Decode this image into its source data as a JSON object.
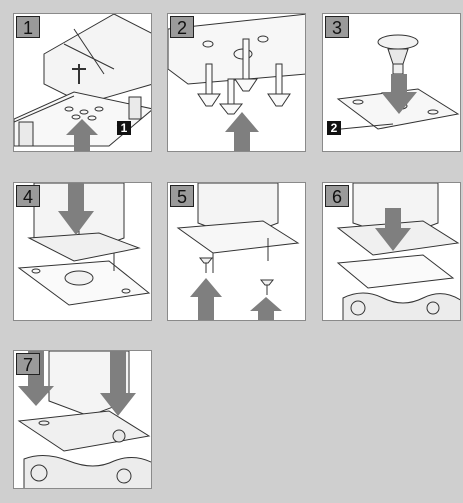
{
  "steps": [
    {
      "number": "1",
      "callout": "1"
    },
    {
      "number": "2"
    },
    {
      "number": "3",
      "callout": "2"
    },
    {
      "number": "4"
    },
    {
      "number": "5"
    },
    {
      "number": "6"
    },
    {
      "number": "7"
    }
  ],
  "colors": {
    "background": "#cfcfcf",
    "panel": "#ffffff",
    "arrow": "#7f7f7f",
    "label_bg": "#9a9a9a",
    "line": "#333333"
  }
}
